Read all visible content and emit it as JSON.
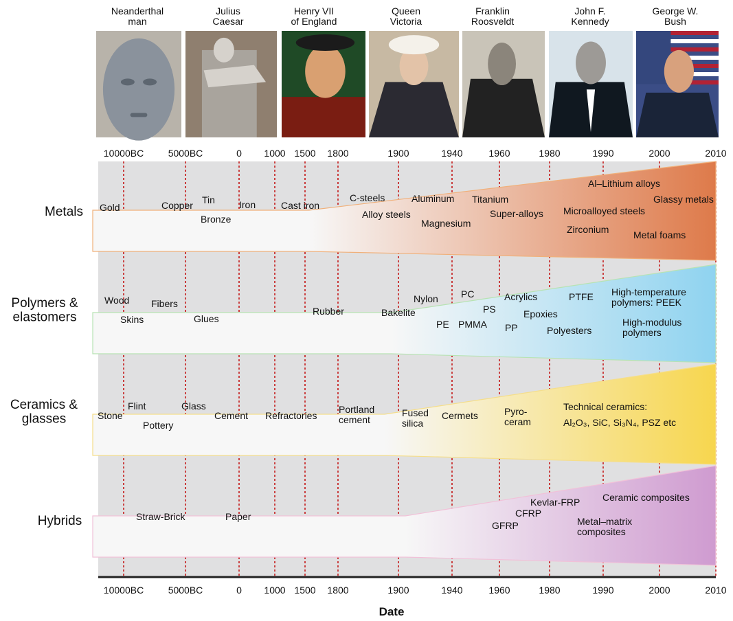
{
  "portraits": [
    {
      "name": "Neanderthal\nman",
      "bg": "#b8b3aa",
      "skin": "#8a929c",
      "accent": "#5d6670"
    },
    {
      "name": "Julius\nCaesar",
      "bg": "#8f7f6f",
      "skin": "#d6d2cc",
      "accent": "#a9a49d"
    },
    {
      "name": "Henry VII\nof England",
      "bg": "#1f4a26",
      "skin": "#d9a071",
      "accent": "#7a1d12"
    },
    {
      "name": "Queen\nVictoria",
      "bg": "#c7b9a3",
      "skin": "#e3c3a8",
      "accent": "#2b2a32"
    },
    {
      "name": "Franklin\nRoosveldt",
      "bg": "#c9c4b8",
      "skin": "#8b857b",
      "accent": "#222222"
    },
    {
      "name": "John F.\nKennedy",
      "bg": "#d8e3ea",
      "skin": "#9d9a96",
      "accent": "#101820"
    },
    {
      "name": "George W.\nBush",
      "bg": "#3b4d86",
      "skin": "#d8a17d",
      "accent": "#1a2438"
    }
  ],
  "axis": {
    "ticks": [
      "10000BC",
      "5000BC",
      "0",
      "1000",
      "1500",
      "1800",
      "1900",
      "1940",
      "1960",
      "1980",
      "1990",
      "2000",
      "2010"
    ],
    "label": "Date"
  },
  "bands": [
    {
      "name": "Metals",
      "color": "#de7a4a",
      "light": "#fbe7d7",
      "stroke": "#f0b07a",
      "items": [
        {
          "text": "Gold"
        },
        {
          "text": "Copper"
        },
        {
          "text": "Tin"
        },
        {
          "text": "Bronze"
        },
        {
          "text": "Iron"
        },
        {
          "text": "Cast iron"
        },
        {
          "text": "C-steels"
        },
        {
          "text": "Alloy steels"
        },
        {
          "text": "Aluminum"
        },
        {
          "text": "Magnesium"
        },
        {
          "text": "Titanium"
        },
        {
          "text": "Super-alloys"
        },
        {
          "text": "Al–Lithium alloys"
        },
        {
          "text": "Microalloyed steels"
        },
        {
          "text": "Glassy metals"
        },
        {
          "text": "Zirconium"
        },
        {
          "text": "Metal foams"
        }
      ]
    },
    {
      "name": "Polymers &\nelastomers",
      "color": "#8fd3f0",
      "light": "#eef9fd",
      "stroke": "#b7e3b3",
      "items": [
        {
          "text": "Wood"
        },
        {
          "text": "Fibers"
        },
        {
          "text": "Skins"
        },
        {
          "text": "Glues"
        },
        {
          "text": "Rubber"
        },
        {
          "text": "Bakelite"
        },
        {
          "text": "Nylon"
        },
        {
          "text": "PC"
        },
        {
          "text": "PS"
        },
        {
          "text": "PE"
        },
        {
          "text": "PMMA"
        },
        {
          "text": "Acrylics"
        },
        {
          "text": "Epoxies"
        },
        {
          "text": "PP"
        },
        {
          "text": "PTFE"
        },
        {
          "text": "Polyesters"
        },
        {
          "text": "High-temperature\npolymers: PEEK"
        },
        {
          "text": "High-modulus\npolymers"
        }
      ]
    },
    {
      "name": "Ceramics &\nglasses",
      "color": "#f7d64e",
      "light": "#fdf7dc",
      "stroke": "#f5de8b",
      "items": [
        {
          "text": "Stone"
        },
        {
          "text": "Flint"
        },
        {
          "text": "Pottery"
        },
        {
          "text": "Glass"
        },
        {
          "text": "Cement"
        },
        {
          "text": "Refractories"
        },
        {
          "text": "Portland\ncement"
        },
        {
          "text": "Fused\nsilica"
        },
        {
          "text": "Cermets"
        },
        {
          "text": "Pyro-\nceram"
        },
        {
          "text": "Technical ceramics:"
        },
        {
          "text": "Al₂O₃, SiC,  Si₃N₄, PSZ etc"
        }
      ]
    },
    {
      "name": "Hybrids",
      "color": "#cf9bd0",
      "light": "#fbeff8",
      "stroke": "#f1c1d8",
      "items": [
        {
          "text": "Straw-Brick"
        },
        {
          "text": "Paper"
        },
        {
          "text": "Kevlar-FRP"
        },
        {
          "text": "CFRP"
        },
        {
          "text": "GFRP"
        },
        {
          "text": "Ceramic composites"
        },
        {
          "text": "Metal–matrix\ncomposites"
        }
      ]
    }
  ],
  "colors": {
    "plot_bg": "#e0e0e1",
    "gridline": "#c41919",
    "axis": "#222222"
  }
}
